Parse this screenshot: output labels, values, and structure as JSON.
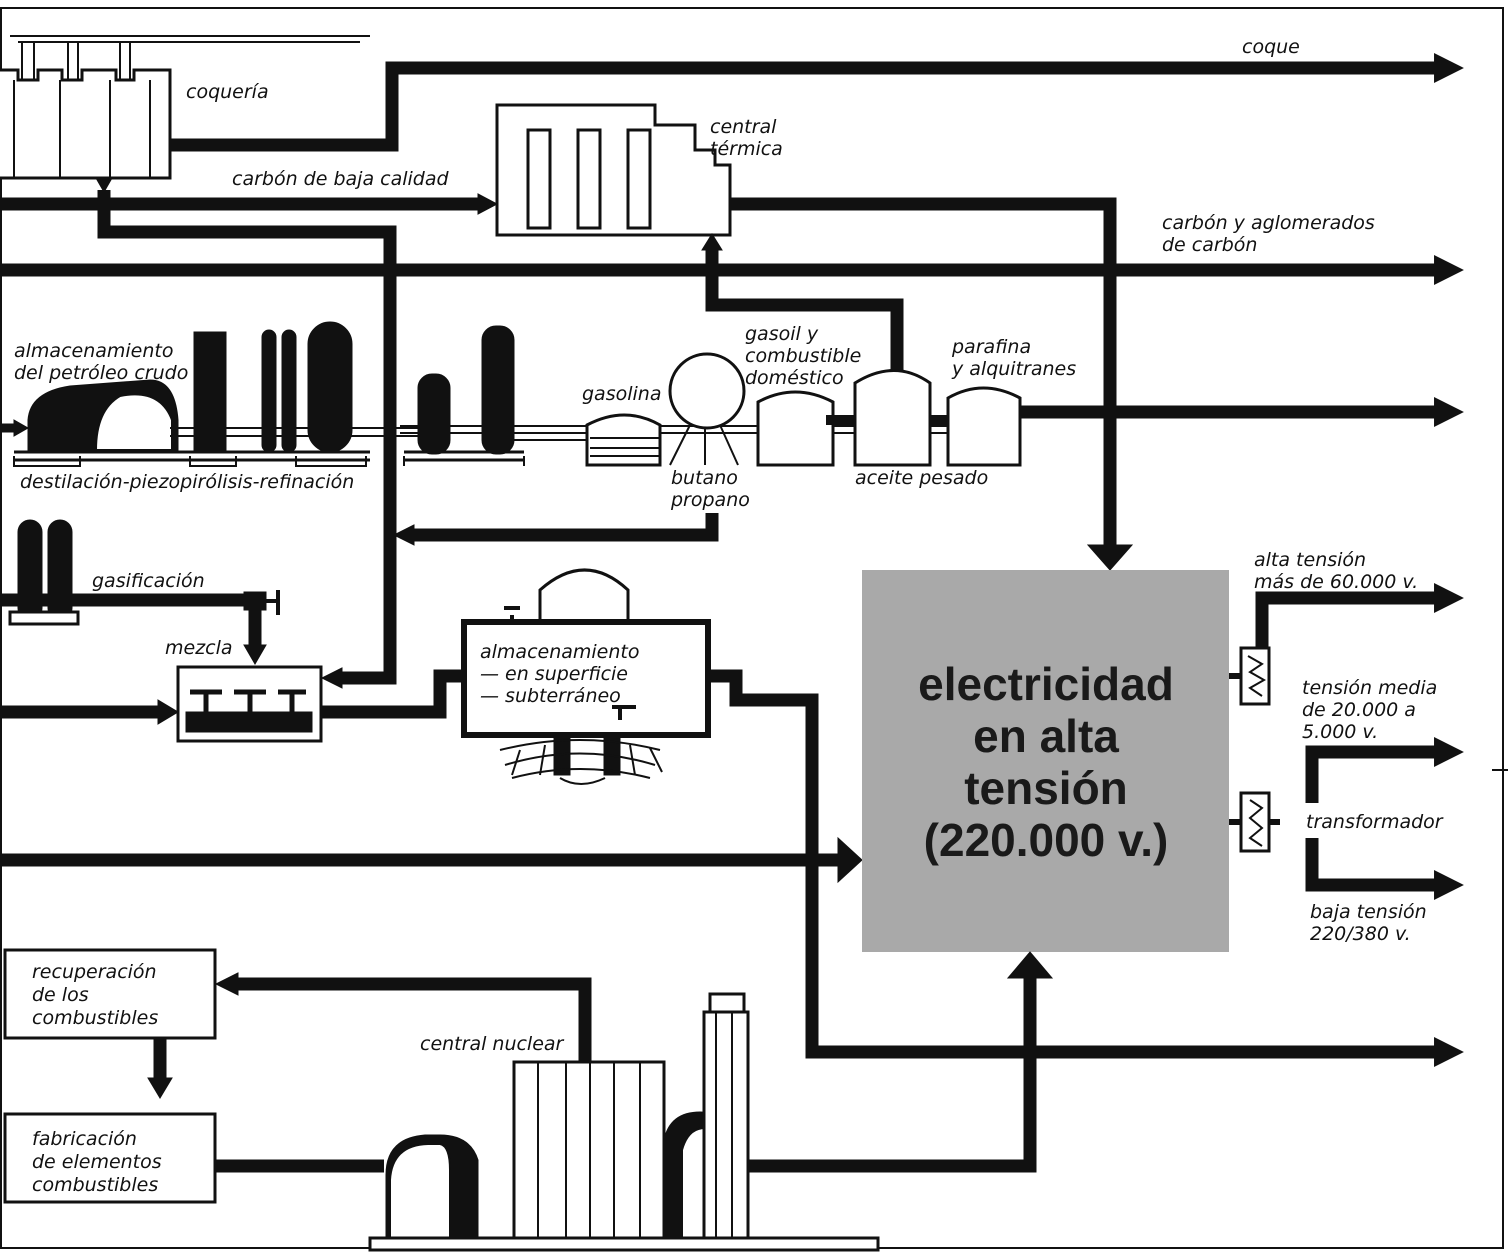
{
  "colors": {
    "ink": "#111111",
    "electric_box": "#a9a9a9",
    "background": "#ffffff"
  },
  "labels": {
    "coqueria": "coquería",
    "coque": "coque",
    "central_termica_1": "central",
    "central_termica_2": "térmica",
    "carbon_baja_calidad": "carbón de baja calidad",
    "carbon_aglomerados_1": "carbón y aglomerados",
    "carbon_aglomerados_2": "de carbón",
    "almacenamiento_crudo_1": "almacenamiento",
    "almacenamiento_crudo_2": "del petróleo crudo",
    "destilacion": "destilación-piezopirólisis-refinación",
    "gasolina": "gasolina",
    "gasoil_1": "gasoil y",
    "gasoil_2": "combustible",
    "gasoil_3": "doméstico",
    "parafina_1": "parafina",
    "parafina_2": "y alquitranes",
    "butano": "butano",
    "propano": "propano",
    "aceite_pesado": "aceite pesado",
    "gasificacion": "gasificación",
    "mezcla": "mezcla",
    "almacenamiento_gas_1": "almacenamiento",
    "almacenamiento_gas_2": "— en superficie",
    "almacenamiento_gas_3": "— subterráneo",
    "electricidad_1": "electricidad",
    "electricidad_2": "en alta",
    "electricidad_3": "tensión",
    "electricidad_4": "(220.000  v.)",
    "alta_tension_1": "alta tensión",
    "alta_tension_2": "más de 60.000 v.",
    "tension_media_1": "tensión media",
    "tension_media_2": "de 20.000 a",
    "tension_media_3": "5.000 v.",
    "transformador": "transformador",
    "baja_tension_1": "baja tensión",
    "baja_tension_2": "220/380 v.",
    "recuperacion_1": "recuperación",
    "recuperacion_2": "de los",
    "recuperacion_3": "combustibles",
    "fabricacion_1": "fabricación",
    "fabricacion_2": "de elementos",
    "fabricacion_3": "combustibles",
    "central_nuclear": "central nuclear"
  }
}
